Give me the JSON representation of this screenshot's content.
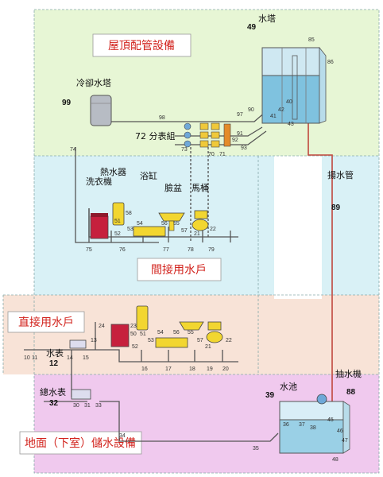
{
  "sections": {
    "roof": "屋頂配管設備",
    "indirect": "間接用水戶",
    "direct": "直接用水戶",
    "basement": "地面（下室）儲水設備"
  },
  "labels": {
    "water_tower_top": "水塔",
    "water_tower_top_num": "49",
    "cooling_tower": "冷卻水塔",
    "cooling_tower_num": "99",
    "meter_group": "72 分表組",
    "riser_pipe": "揚水管",
    "riser_pipe_num": "89",
    "washer": "洗衣機",
    "heater": "熱水器",
    "bathtub": "浴缸",
    "basin": "臉盆",
    "toilet": "馬桶",
    "water_meter": "水表",
    "water_meter_num": "12",
    "main_meter": "總水表",
    "main_meter_num": "32",
    "pool": "水池",
    "pool_num": "39",
    "pump": "抽水機",
    "pump_num": "88"
  },
  "part_numbers": {
    "roof_tank": [
      "85",
      "86",
      "97",
      "98",
      "90",
      "91",
      "93",
      "40",
      "41",
      "42",
      "43"
    ],
    "meters": [
      "73",
      "70",
      "71",
      "92",
      "74",
      "75",
      "76",
      "77",
      "78",
      "79"
    ],
    "indirect": [
      "58",
      "51",
      "52",
      "53",
      "54",
      "55",
      "56",
      "57",
      "21",
      "22"
    ],
    "direct": [
      "24",
      "10",
      "11",
      "13",
      "14",
      "15",
      "16",
      "17",
      "18",
      "19",
      "20",
      "23",
      "50",
      "51",
      "52",
      "53",
      "54",
      "55",
      "56",
      "57",
      "21",
      "22"
    ],
    "basement": [
      "30",
      "31",
      "33",
      "34",
      "35",
      "36",
      "37",
      "38",
      "45",
      "46",
      "47",
      "48"
    ]
  },
  "colors": {
    "roof_bg": "#e7f6d5",
    "indirect_bg": "#d9f1f6",
    "direct_bg": "#f8e3d7",
    "basement_bg": "#f0c9ee",
    "section_text": "#d2231d",
    "pipe": "#555555",
    "riser": "#c0473e"
  }
}
